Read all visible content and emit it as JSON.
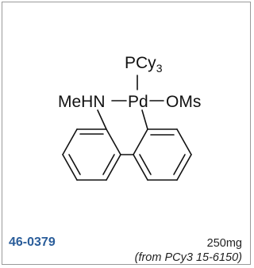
{
  "product": {
    "catalog_number": "46-0379",
    "amount": "250mg",
    "source_note": "(from PCy3 15-6150)"
  },
  "structure": {
    "ligand_label": "PCy",
    "ligand_subscript": "3",
    "amine_label": "MeHN",
    "metal_label": "Pd",
    "anion_label": "OMs"
  },
  "colors": {
    "catalog": "#2a5d9a",
    "border": "#9a9a9a",
    "bonds": "#111111"
  }
}
